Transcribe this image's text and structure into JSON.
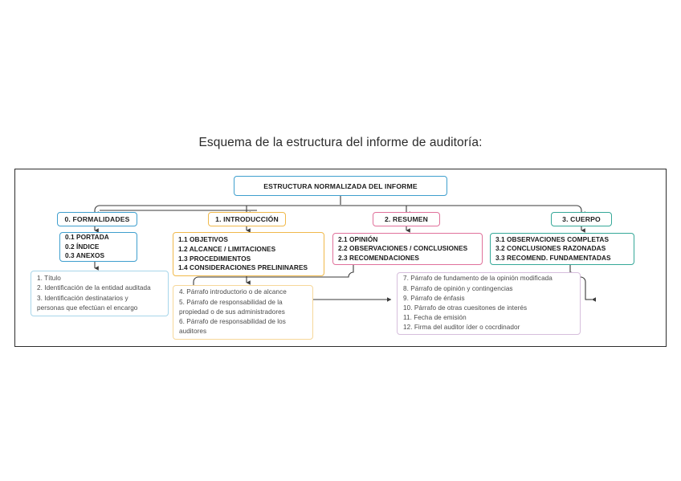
{
  "title": "Esquema de la estructura del informe de auditoría:",
  "colors": {
    "blue": "#3f9fce",
    "orange": "#f0b94b",
    "pink": "#e0719b",
    "teal": "#35a898",
    "light_blue": "#a8d6ea",
    "light_orange": "#f6d79a",
    "light_purple": "#d6bedc",
    "frame": "#2e2e2e",
    "connector": "#3a3a3a"
  },
  "root": {
    "label": "ESTRUCTURA NORMALIZADA DEL INFORME"
  },
  "columns": [
    {
      "key": "formalidades",
      "header": "0. FORMALIDADES",
      "header_color": "#3f9fce",
      "items": [
        "0.1 PORTADA",
        "0.2 ÍNDICE",
        "0.3 ANEXOS"
      ],
      "detail": [
        "1. Título",
        "2. Identificación de la entidad auditada",
        "3. Identificación destinatarios y",
        "personas que efectúan el encargo"
      ]
    },
    {
      "key": "introduccion",
      "header": "1. INTRODUCCIÓN",
      "header_color": "#f0b94b",
      "items": [
        "1.1 OBJETIVOS",
        "1.2 ALCANCE / LIMITACIONES",
        "1.3 PROCEDIMIENTOS",
        "1.4 CONSIDERACIONES PRELININARES"
      ],
      "detail": [
        "4. Párrafo introductorio o de alcance",
        "5. Párrafo de responsabilidad de la",
        "propiedad o de sus administradores",
        "6. Párrafo de responsabilidad de los",
        "auditores"
      ]
    },
    {
      "key": "resumen",
      "header": "2. RESUMEN",
      "header_color": "#e0719b",
      "items": [
        "2.1 OPINIÓN",
        "2.2 OBSERVACIONES / CONCLUSIONES",
        "2.3 RECOMENDACIONES"
      ]
    },
    {
      "key": "cuerpo",
      "header": "3. CUERPO",
      "header_color": "#35a898",
      "items": [
        "3.1 OBSERVACIONES COMPLETAS",
        "3.2 CONCLUSIONES RAZONADAS",
        "3.3 RECOMEND. FUNDAMENTADAS"
      ]
    }
  ],
  "shared_detail": {
    "key": "cuerpo-resumen-detalle",
    "items": [
      "7. Párrafo de fundamento de la opinión modificada",
      "8. Párrafo de opinión y contingencias",
      "9. Párrafo de énfasis",
      "10. Párrafo de otras cuesitones de interés",
      "11. Fecha de emisión",
      "12. Firma del auditor íder o cocrdinador"
    ]
  }
}
